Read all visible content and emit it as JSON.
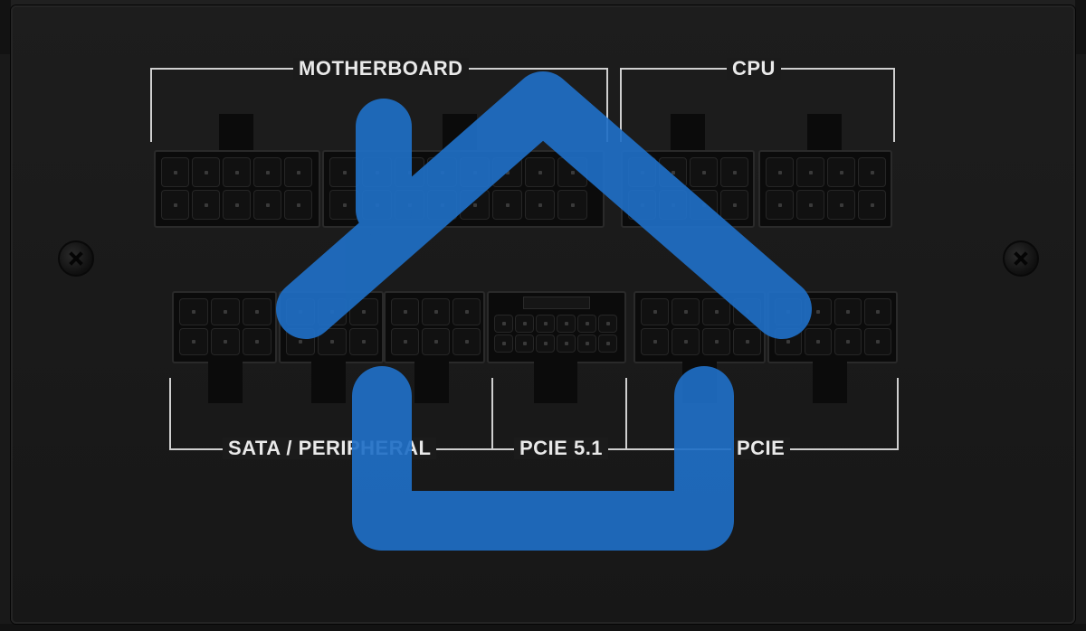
{
  "labels": {
    "motherboard": "MOTHERBOARD",
    "cpu": "CPU",
    "sata_peripheral": "SATA / PERIPHERAL",
    "pcie_51": "PCIE 5.1",
    "pcie": "PCIE"
  },
  "overlay": {
    "icon": "home-icon",
    "color": "#1f6fc5"
  },
  "colors": {
    "panel": "#1b1b1b",
    "label_text": "#e9e9e9"
  }
}
